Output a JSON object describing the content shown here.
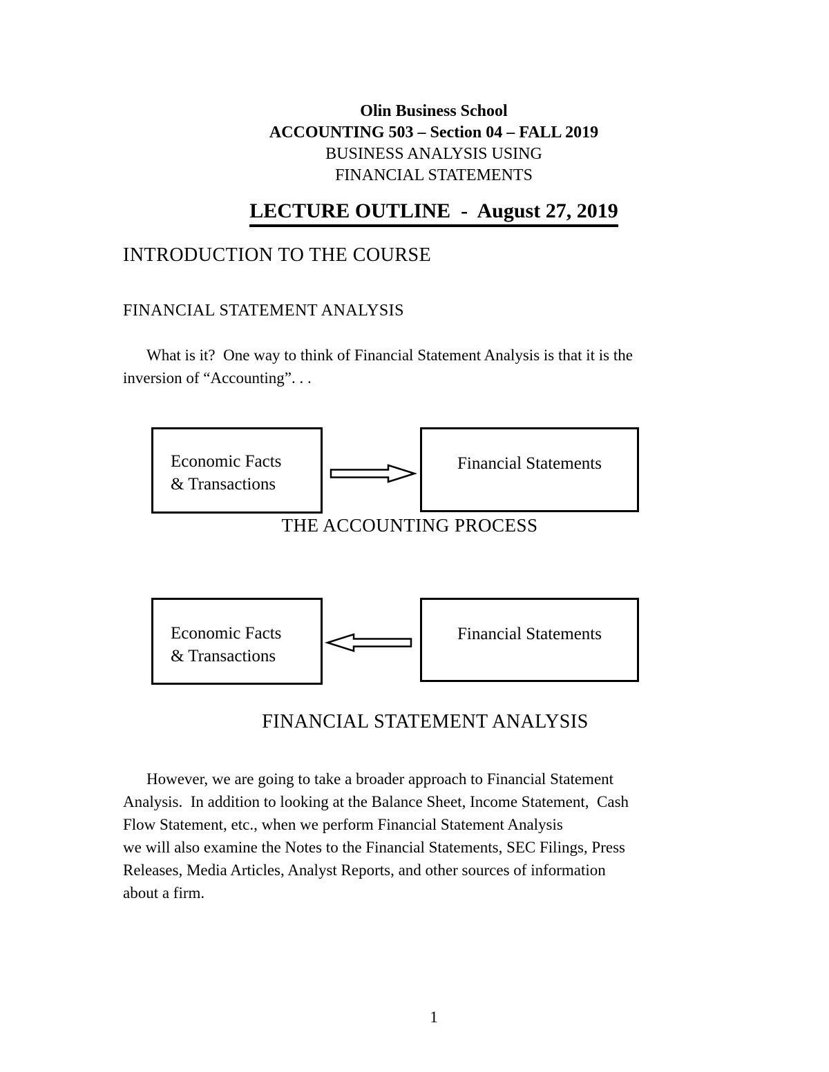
{
  "page": {
    "number": "1",
    "background_color": "#ffffff",
    "text_color": "#000000"
  },
  "header": {
    "school": "Olin Business School",
    "course": "ACCOUNTING 503 – Section 04 – FALL 2019",
    "subtitle1": "BUSINESS ANALYSIS USING",
    "subtitle2": "FINANCIAL STATEMENTS"
  },
  "title": "LECTURE OUTLINE  -  August 27, 2019",
  "headings": {
    "intro": "INTRODUCTION TO THE COURSE",
    "fsa": "FINANCIAL STATEMENT ANALYSIS"
  },
  "paragraphs": {
    "what_is_it": "What is it?  One way to think of Financial Statement Analysis is that it is the\ninversion of “Accounting”. . .",
    "however": "However, we are going to take a broader approach to Financial Statement\nAnalysis.  In addition to looking at the Balance Sheet, Income Statement,  Cash\nFlow Statement, etc., when we perform Financial Statement Analysis\nwe will also examine the Notes to the Financial Statements, SEC Filings, Press\nReleases, Media Articles, Analyst Reports, and other sources of information\nabout a firm."
  },
  "diagrams": {
    "accounting_process": {
      "left_box": "Economic Facts\n& Transactions",
      "right_box": "Financial Statements",
      "arrow_direction": "right",
      "caption": "THE ACCOUNTING PROCESS"
    },
    "fsa": {
      "left_box": "Economic Facts\n& Transactions",
      "right_box": "Financial Statements",
      "arrow_direction": "left",
      "caption": "FINANCIAL STATEMENT ANALYSIS"
    }
  }
}
